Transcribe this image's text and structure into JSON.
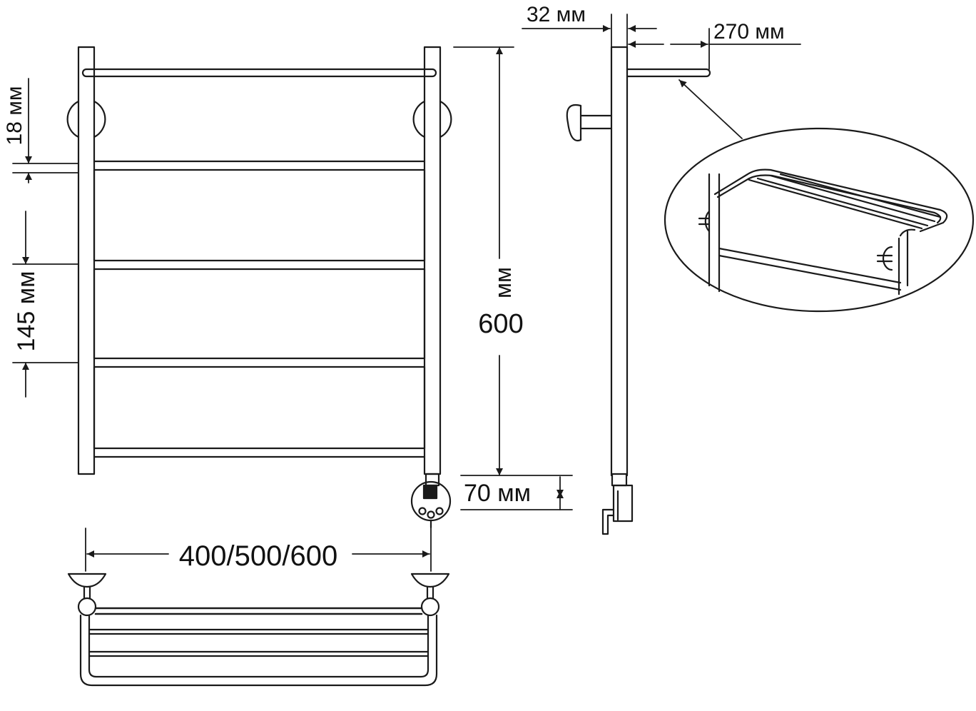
{
  "colors": {
    "line": "#1a1a1a",
    "background": "#ffffff"
  },
  "labels": {
    "gap": "18 мм",
    "pitch": "145 мм",
    "height_value": "600",
    "height_unit": "мм",
    "bottom_offset": "70 мм",
    "width": "400/500/600",
    "tube": "32 мм",
    "shelf_depth": "270 мм"
  }
}
